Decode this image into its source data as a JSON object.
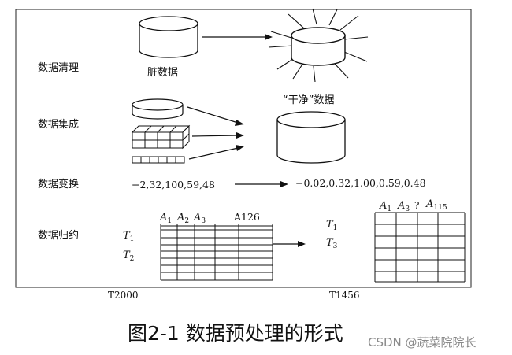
{
  "stages": {
    "cleaning": "数据清理",
    "integration": "数据集成",
    "transformation": "数据变换",
    "reduction": "数据归约"
  },
  "cleaning": {
    "dirty_label": "脏数据",
    "clean_label": "“干净”数据"
  },
  "transformation": {
    "input_values": "−2,32,100,59,48",
    "output_values": "−0.02,0.32,1.00,0.59,0.48"
  },
  "reduction": {
    "left_headers": {
      "a1": "A",
      "a1_sub": "1",
      "a2": "A",
      "a2_sub": "2",
      "a3": "A",
      "a3_sub": "3",
      "a126": "A126"
    },
    "left_rows": {
      "t1": "T",
      "t1_sub": "1",
      "t2": "T",
      "t2_sub": "2"
    },
    "left_footer": "T2000",
    "right_headers": {
      "a1": "A",
      "a1_sub": "1",
      "a3": "A",
      "a3_sub": "3",
      "q": "?",
      "a115": "A",
      "a115_sub": "115"
    },
    "right_rows": {
      "t1": "T",
      "t1_sub": "1",
      "t3": "T",
      "t3_sub": "3"
    },
    "right_footer": "T1456"
  },
  "caption": "图2-1 数据预处理的形式",
  "watermark": "CSDN @蔬菜院院长"
}
